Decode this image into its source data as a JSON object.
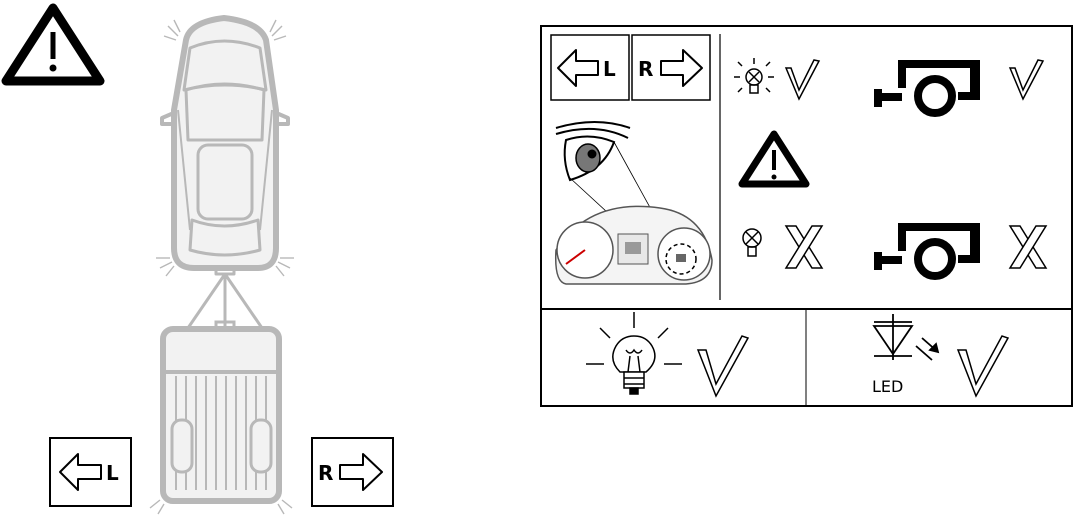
{
  "left_label": "L",
  "right_label": "R",
  "led_label": "LED"
}
